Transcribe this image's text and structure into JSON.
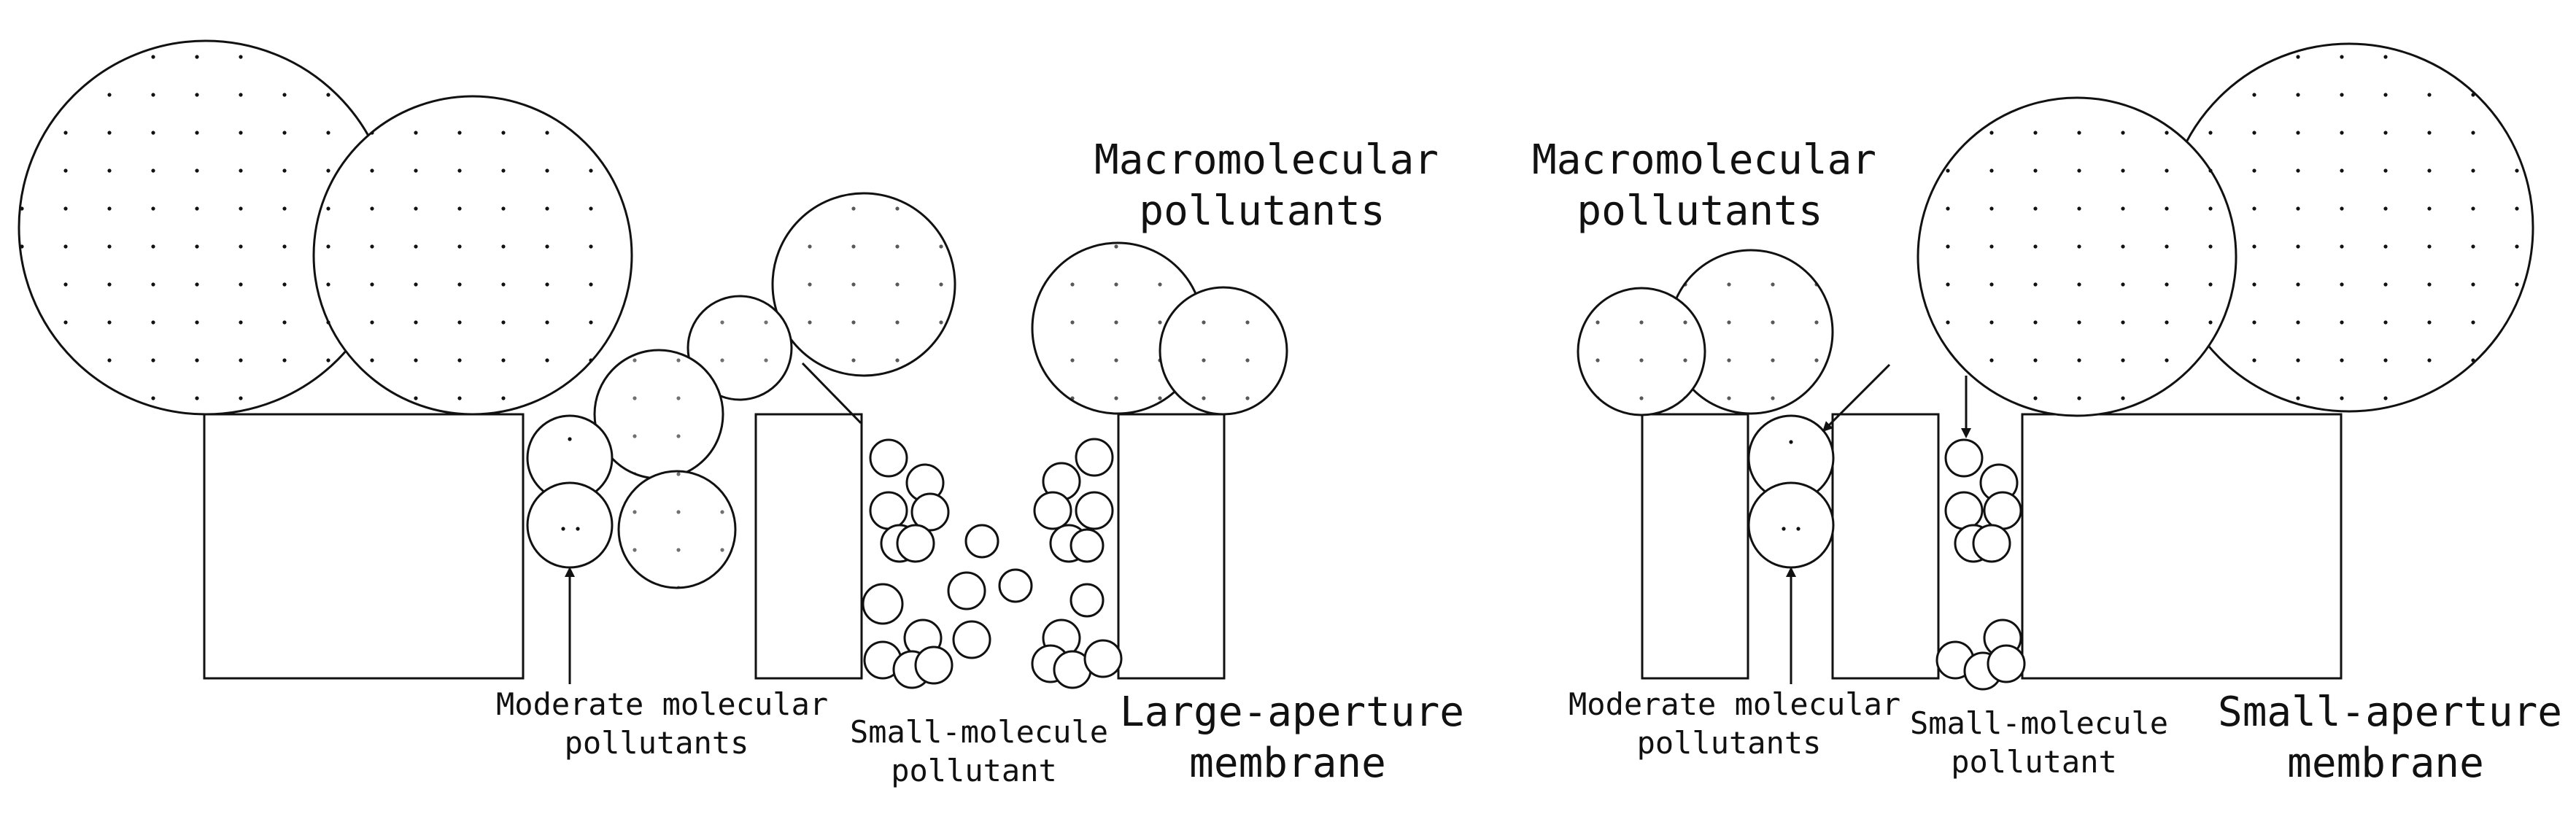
{
  "labels": {
    "left_macro": [
      "Macromolecular",
      "pollutants"
    ],
    "left_moderate": [
      "Moderate molecular",
      "pollutants"
    ],
    "left_small": [
      "Small-molecule",
      "pollutant"
    ],
    "left_membrane": [
      "Large-aperture",
      "membrane"
    ],
    "right_macro": [
      "Macromolecular",
      "pollutants"
    ],
    "right_moderate": [
      "Moderate molecular",
      "pollutants"
    ],
    "right_small": [
      "Small-molecule",
      "pollutant"
    ],
    "right_membrane": [
      "Small-aperture",
      "membrane"
    ]
  },
  "colors": {
    "stroke": "#111111",
    "background": "#ffffff"
  }
}
